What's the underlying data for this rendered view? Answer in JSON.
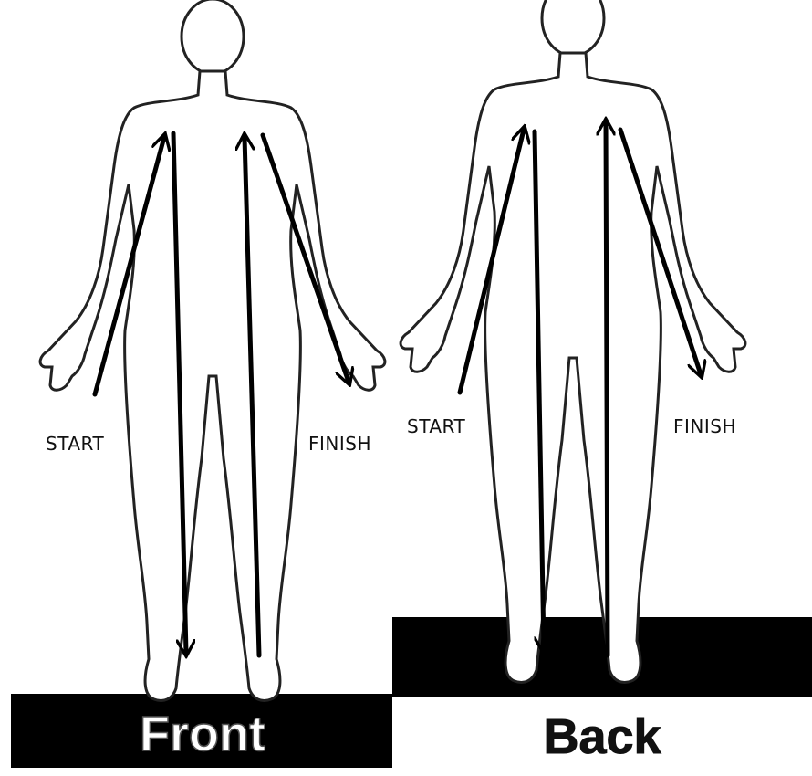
{
  "figures": [
    {
      "view": "front",
      "plate_label": "Front",
      "start_label": "START",
      "finish_label": "FINISH",
      "arrows": 4
    },
    {
      "view": "back",
      "plate_label": "Back",
      "start_label": "START",
      "finish_label": "FINISH",
      "arrows": 4
    }
  ],
  "colors": {
    "outline": "#222222",
    "arrow": "#000000",
    "plate_dark": "#000000",
    "plate_light": "#ffffff"
  }
}
